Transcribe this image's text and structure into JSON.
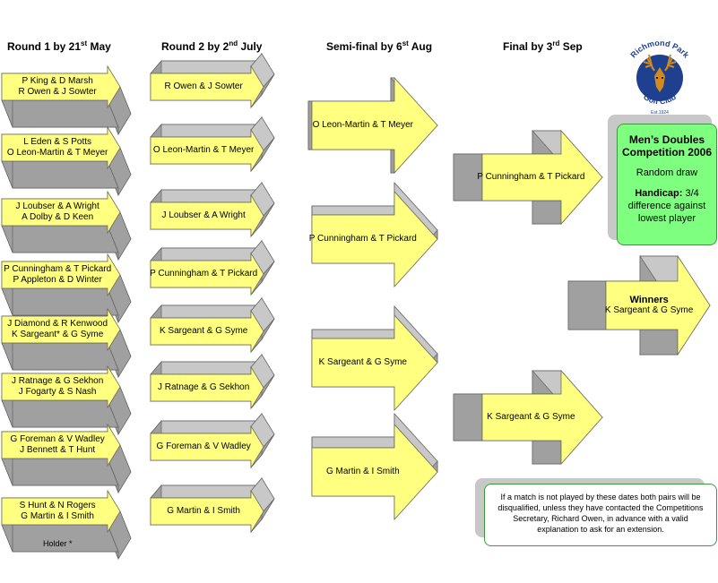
{
  "headers": {
    "round1": {
      "pre": "Round 1 by 21",
      "sup": "st",
      "post": " May"
    },
    "round2": {
      "pre": "Round 2 by 2",
      "sup": "nd",
      "post": " July"
    },
    "semi": {
      "pre": "Semi-final by 6",
      "sup": "st",
      "post": " Aug"
    },
    "final": {
      "pre": "Final by 3",
      "sup": "rd",
      "post": " Sep"
    }
  },
  "round1": [
    {
      "line1": "P King & D Marsh",
      "line2": "R Owen & J Sowter"
    },
    {
      "line1": "L Eden & S Potts",
      "line2": "O Leon-Martin & T Meyer"
    },
    {
      "line1": "J Loubser & A Wright",
      "line2": "A Dolby & D Keen"
    },
    {
      "line1": "P Cunningham & T Pickard",
      "line2": "P Appleton & D Winter"
    },
    {
      "line1": "J Diamond & R Kenwood",
      "line2": "K Sargeant* & G Syme"
    },
    {
      "line1": "J Ratnage & G Sekhon",
      "line2": "J Fogarty & S Nash"
    },
    {
      "line1": "G Foreman & V Wadley",
      "line2": "J Bennett & T Hunt"
    },
    {
      "line1": "S Hunt & N Rogers",
      "line2": "G Martin & I Smith"
    }
  ],
  "round2": [
    "R Owen & J Sowter",
    "O Leon-Martin & T Meyer",
    "J Loubser & A Wright",
    "P Cunningham & T Pickard",
    "K Sargeant & G Syme",
    "J Ratnage & G Sekhon",
    "G Foreman & V Wadley",
    "G Martin & I Smith"
  ],
  "semi": [
    "O Leon-Martin & T Meyer",
    "P Cunningham & T Pickard",
    "K Sargeant & G Syme",
    "G Martin & I Smith"
  ],
  "final": [
    "P Cunningham & T Pickard",
    "K Sargeant & G Syme"
  ],
  "winners": {
    "title": "Winners",
    "name": "K Sargeant & G Syme"
  },
  "holder_note": "Holder *",
  "logo": {
    "top_text": "Richmond Park",
    "bottom_text": "Golf Club",
    "est": "Est.1924"
  },
  "info": {
    "title_line1": "Men’s Doubles",
    "title_line2": "Competition 2006",
    "draw": "Random draw",
    "handicap_label": "Handicap:",
    "handicap_value": " 3/4 difference against lowest player"
  },
  "note": "If a match is not played by these dates both pairs will be disqualified, unless they have contacted the Competitions Secretary, Richard Owen, in advance with a valid explanation to ask for an extension.",
  "colors": {
    "arrow_face": "#ffff80",
    "arrow_side": "#a0a0a0",
    "arrow_top": "#c8c8c8",
    "box_green": "#7fff7f"
  }
}
